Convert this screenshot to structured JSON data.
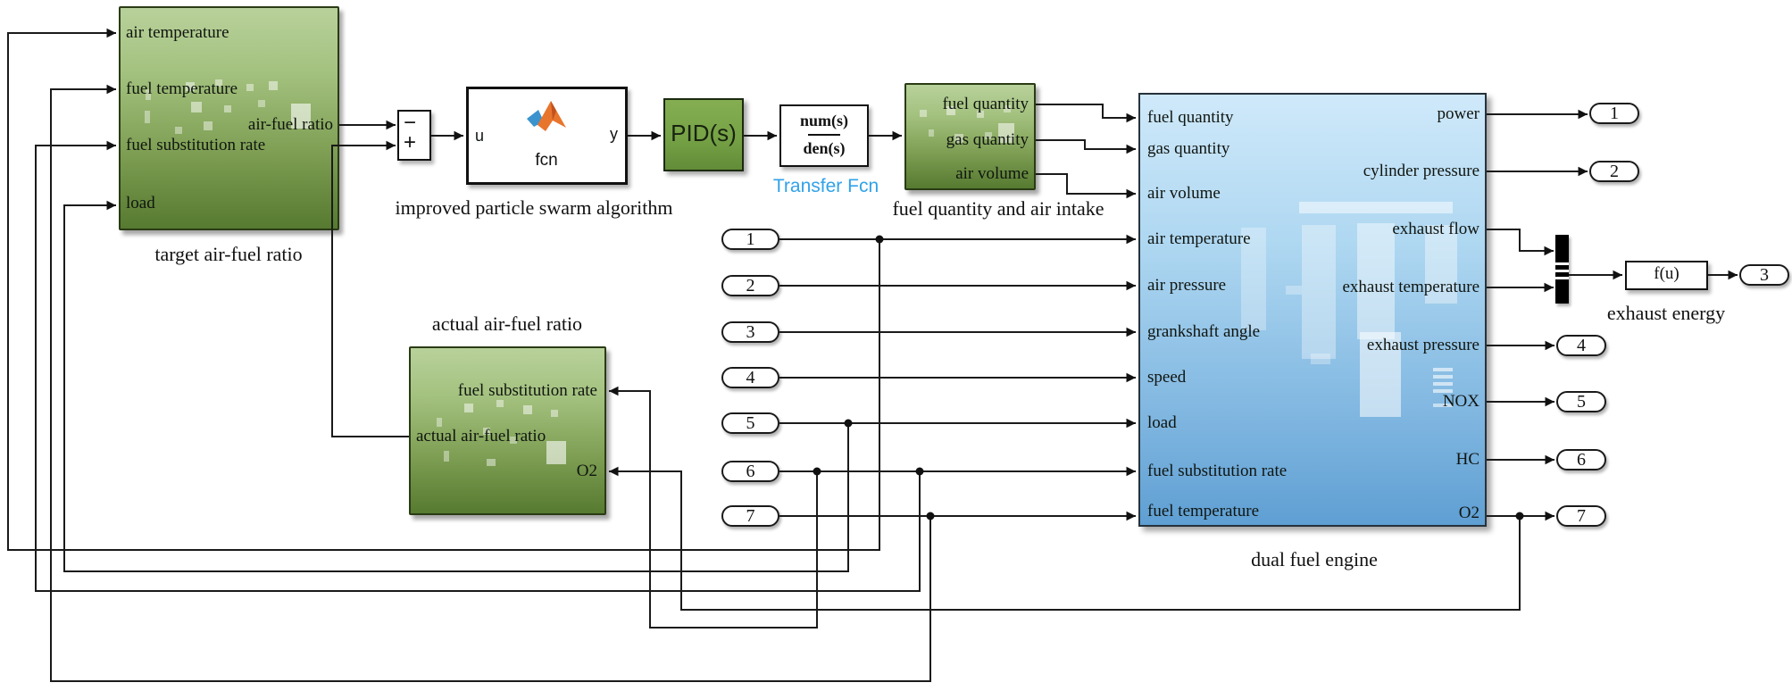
{
  "diagram_type": "simulink-block-diagram",
  "blocks": {
    "target": {
      "name": "target air-fuel ratio",
      "in": [
        "air temperature",
        "fuel temperature",
        "fuel substitution rate",
        "load"
      ],
      "out": "air-fuel ratio"
    },
    "sum": {
      "minus": "−",
      "plus": "+"
    },
    "pso": {
      "u": "u",
      "y": "y",
      "icon_caption": "fcn",
      "name": "improved particle swarm algorithm"
    },
    "pid": {
      "text": "PID(s)"
    },
    "tf": {
      "num": "num(s)",
      "den": "den(s)",
      "name": "Transfer Fcn"
    },
    "intake": {
      "name": "fuel quantity and air intake",
      "out": [
        "fuel quantity",
        "gas quantity",
        "air volume"
      ]
    },
    "engine": {
      "name": "dual fuel engine",
      "in": [
        "fuel quantity",
        "gas quantity",
        "air volume",
        "air temperature",
        "air pressure",
        "grankshaft angle",
        "speed",
        "load",
        "fuel substitution rate",
        "fuel temperature"
      ],
      "out": [
        "power",
        "cylinder pressure",
        "exhaust flow",
        "exhaust temperature",
        "exhaust pressure",
        "NOX",
        "HC",
        "O2"
      ]
    },
    "actual": {
      "name": "actual air-fuel ratio",
      "in": [
        "fuel substitution rate",
        "O2"
      ],
      "out": "actual air-fuel ratio"
    },
    "exhaust": {
      "text": "f(u)",
      "name": "exhaust energy"
    }
  },
  "inports": [
    "1",
    "2",
    "3",
    "4",
    "5",
    "6",
    "7"
  ],
  "outports": [
    "1",
    "2",
    "3",
    "4",
    "5",
    "6",
    "7"
  ],
  "colors": {
    "green_block_top": "#b8d19b",
    "green_block_bottom": "#567a30",
    "blue_block_top": "#cfe9fa",
    "blue_block_bottom": "#5f9fd3",
    "pid_fill": "#76a246",
    "selected_label_blue": "#31a2e8",
    "wire": "#1a1a1a"
  }
}
